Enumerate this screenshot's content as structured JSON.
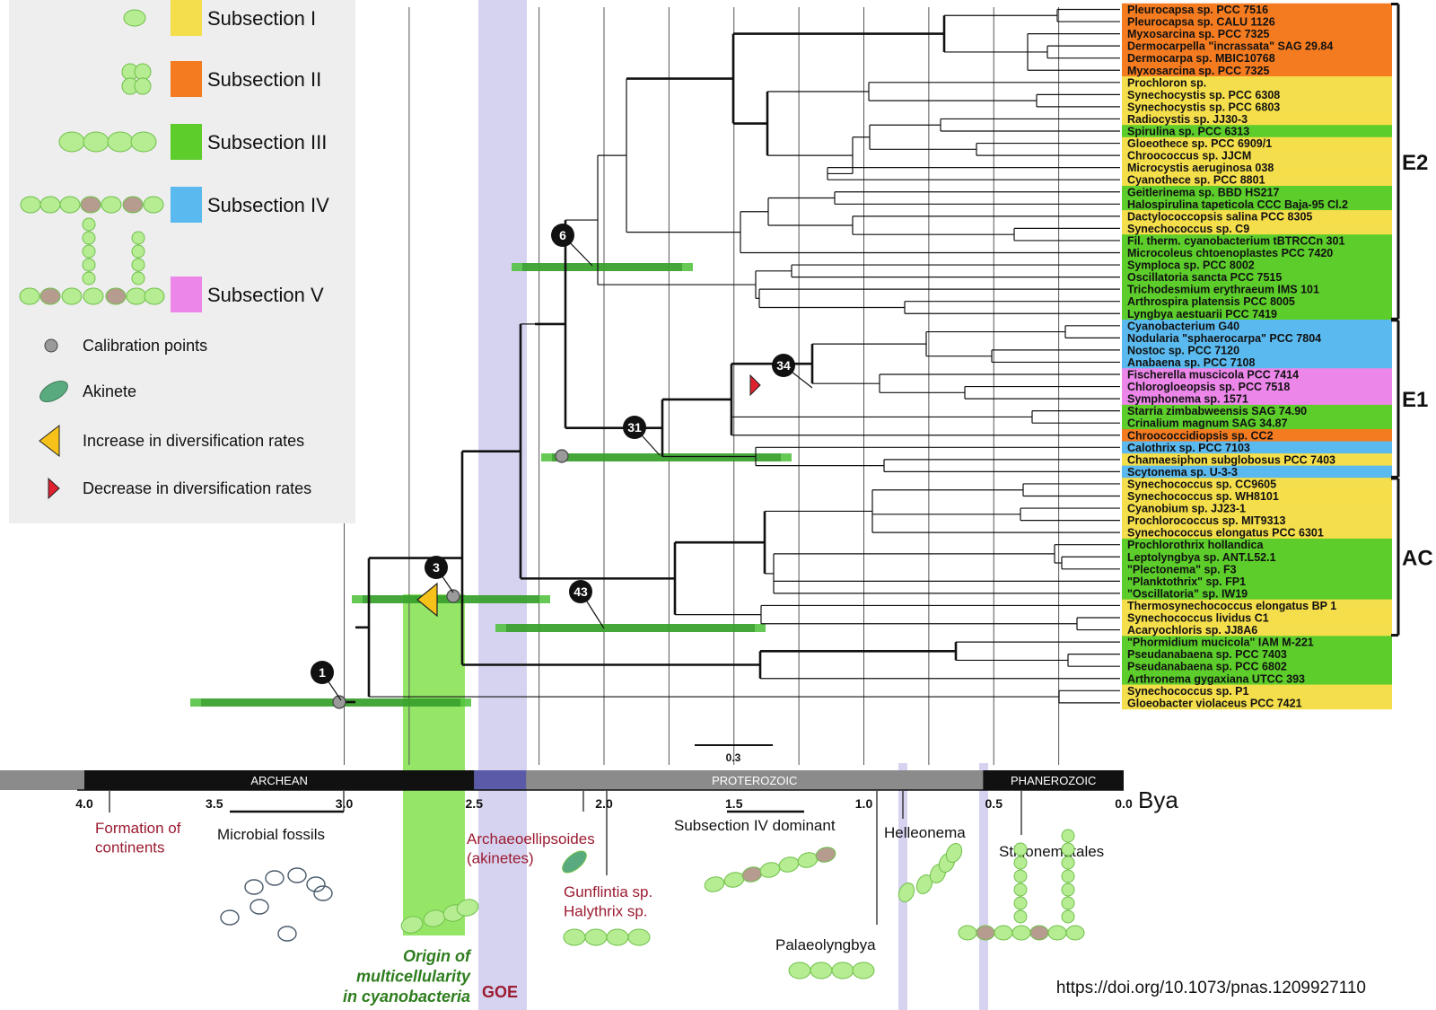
{
  "legend": {
    "subsections": [
      {
        "label": "Subsection I",
        "color": "#f5de4b"
      },
      {
        "label": "Subsection II",
        "color": "#f47b20"
      },
      {
        "label": "Subsection III",
        "color": "#5ccd2a"
      },
      {
        "label": "Subsection IV",
        "color": "#5ab9ee"
      },
      {
        "label": "Subsection V",
        "color": "#ec86e9"
      }
    ],
    "symbols": [
      {
        "label": "Calibration points",
        "icon": "grey-circle-icon"
      },
      {
        "label": "Akinete",
        "icon": "akinete-icon"
      },
      {
        "label": "Increase in diversification rates",
        "icon": "yellow-triangle-icon"
      },
      {
        "label": "Decrease in diversification rates",
        "icon": "red-triangle-icon"
      }
    ]
  },
  "taxa": [
    {
      "name": "Pleurocapsa sp. PCC 7516",
      "group": "II"
    },
    {
      "name": "Pleurocapsa sp. CALU 1126",
      "group": "II"
    },
    {
      "name": "Myxosarcina sp. PCC 7325",
      "group": "II"
    },
    {
      "name": "Dermocarpella \"incrassata\" SAG 29.84",
      "group": "II"
    },
    {
      "name": "Dermocarpa sp. MBIC10768",
      "group": "II"
    },
    {
      "name": "Myxosarcina sp. PCC 7325",
      "group": "II"
    },
    {
      "name": "Prochloron sp.",
      "group": "I"
    },
    {
      "name": "Synechocystis sp. PCC 6308",
      "group": "I"
    },
    {
      "name": "Synechocystis sp. PCC 6803",
      "group": "I"
    },
    {
      "name": "Radiocystis sp. JJ30-3",
      "group": "I"
    },
    {
      "name": "Spirulina sp. PCC 6313",
      "group": "III"
    },
    {
      "name": "Gloeothece sp. PCC 6909/1",
      "group": "I"
    },
    {
      "name": "Chroococcus sp. JJCM",
      "group": "I"
    },
    {
      "name": "Microcystis aeruginosa 038",
      "group": "I"
    },
    {
      "name": "Cyanothece sp. PCC 8801",
      "group": "I"
    },
    {
      "name": "Geitlerinema sp. BBD HS217",
      "group": "III"
    },
    {
      "name": "Halospirulina tapeticola CCC Baja-95 Cl.2",
      "group": "III"
    },
    {
      "name": "Dactylococcopsis salina PCC 8305",
      "group": "I"
    },
    {
      "name": "Synechococcus sp. C9",
      "group": "I"
    },
    {
      "name": "Fil. therm. cyanobacterium tBTRCCn 301",
      "group": "III"
    },
    {
      "name": "Microcoleus chtoenoplastes PCC 7420",
      "group": "III"
    },
    {
      "name": "Symploca sp. PCC 8002",
      "group": "III"
    },
    {
      "name": "Oscillatoria sancta PCC 7515",
      "group": "III"
    },
    {
      "name": "Trichodesmium erythraeum IMS 101",
      "group": "III"
    },
    {
      "name": "Arthrospira platensis PCC 8005",
      "group": "III"
    },
    {
      "name": "Lyngbya aestuarii PCC 7419",
      "group": "III"
    },
    {
      "name": "Cyanobacterium G40",
      "group": "IV"
    },
    {
      "name": "Nodularia \"sphaerocarpa\" PCC 7804",
      "group": "IV"
    },
    {
      "name": "Nostoc sp. PCC 7120",
      "group": "IV"
    },
    {
      "name": "Anabaena sp. PCC 7108",
      "group": "IV"
    },
    {
      "name": "Fischerella muscicola PCC 7414",
      "group": "V"
    },
    {
      "name": "Chlorogloeopsis sp. PCC 7518",
      "group": "V"
    },
    {
      "name": "Symphonema sp. 1571",
      "group": "V"
    },
    {
      "name": "Starria zimbabweensis SAG 74.90",
      "group": "III"
    },
    {
      "name": "Crinalium magnum SAG 34.87",
      "group": "III"
    },
    {
      "name": "Chroococcidiopsis sp. CC2",
      "group": "II"
    },
    {
      "name": "Calothrix sp. PCC 7103",
      "group": "IV"
    },
    {
      "name": "Chamaesiphon subglobosus PCC 7403",
      "group": "I"
    },
    {
      "name": "Scytonema sp. U-3-3",
      "group": "IV"
    },
    {
      "name": "Synechococcus sp. CC9605",
      "group": "I"
    },
    {
      "name": "Synechococcus sp. WH8101",
      "group": "I"
    },
    {
      "name": "Cyanobium sp. JJ23-1",
      "group": "I"
    },
    {
      "name": "Prochlorococcus sp. MIT9313",
      "group": "I"
    },
    {
      "name": "Synechococcus elongatus PCC 6301",
      "group": "I"
    },
    {
      "name": "Prochlorothrix hollandica",
      "group": "III"
    },
    {
      "name": "Leptolyngbya sp. ANT.L52.1",
      "group": "III"
    },
    {
      "name": "\"Plectonema\" sp. F3",
      "group": "III"
    },
    {
      "name": "\"Planktothrix\" sp. FP1",
      "group": "III"
    },
    {
      "name": "\"Oscillatoria\" sp. IW19",
      "group": "III"
    },
    {
      "name": "Thermosynechococcus elongatus BP 1",
      "group": "I"
    },
    {
      "name": "Synechococcus lividus C1",
      "group": "I"
    },
    {
      "name": "Acaryochloris sp. JJ8A6",
      "group": "I"
    },
    {
      "name": "\"Phormidium mucicola\" IAM M-221",
      "group": "III"
    },
    {
      "name": "Pseudanabaena sp. PCC 7403",
      "group": "III"
    },
    {
      "name": "Pseudanabaena sp. PCC 6802",
      "group": "III"
    },
    {
      "name": "Arthronema gygaxiana UTCC 393",
      "group": "III"
    },
    {
      "name": "Synechococcus sp. P1",
      "group": "I"
    },
    {
      "name": "Gloeobacter violaceus PCC 7421",
      "group": "I"
    }
  ],
  "group_colors": {
    "I": "#f5de4b",
    "II": "#f47b20",
    "III": "#5ccd2a",
    "IV": "#5ab9ee",
    "V": "#ec86e9"
  },
  "clades": [
    {
      "label": "E2",
      "from": 0,
      "to": 25
    },
    {
      "label": "E1",
      "from": 26,
      "to": 38
    },
    {
      "label": "AC",
      "from": 39,
      "to": 51
    }
  ],
  "nodes": [
    {
      "label": "1"
    },
    {
      "label": "3"
    },
    {
      "label": "6"
    },
    {
      "label": "31"
    },
    {
      "label": "34"
    },
    {
      "label": "43"
    }
  ],
  "scale_bar": "0.3",
  "timeline": {
    "eons": [
      {
        "label": "ARCHEAN",
        "from": 4.0,
        "to": 2.5,
        "color": "#111111"
      },
      {
        "label": "PROTEROZOIC",
        "from": 2.3,
        "to": 0.541,
        "color": "#8b8b8b"
      },
      {
        "label": "PHANEROZOIC",
        "from": 0.541,
        "to": 0.0,
        "color": "#111111"
      }
    ],
    "ticks": [
      "4.0",
      "3.5",
      "3.0",
      "2.5",
      "2.0",
      "1.5",
      "1.0",
      "0.5",
      "0.0"
    ],
    "unit": "Bya"
  },
  "events": [
    {
      "label": "Formation of continents",
      "color": "#9b1b30"
    },
    {
      "label": "Microbial fossils",
      "color": "#111111"
    },
    {
      "label": "Archaeoellipsoides (akinetes)",
      "color": "#9b1b30"
    },
    {
      "label": "Gunflintia sp. Halythrix sp.",
      "color": "#9b1b30"
    },
    {
      "label": "Subsection IV dominant",
      "color": "#111111"
    },
    {
      "label": "Helleonema",
      "color": "#111111"
    },
    {
      "label": "Stigonematales",
      "color": "#111111"
    },
    {
      "label": "Palaeolyngbya",
      "color": "#111111"
    },
    {
      "label": "Origin of multicellularity in cyanobacteria",
      "color": "#2e7d1e"
    },
    {
      "label": "GOE",
      "color": "#9b1b30"
    }
  ],
  "doi": "https://doi.org/10.1073/pnas.1209927110"
}
